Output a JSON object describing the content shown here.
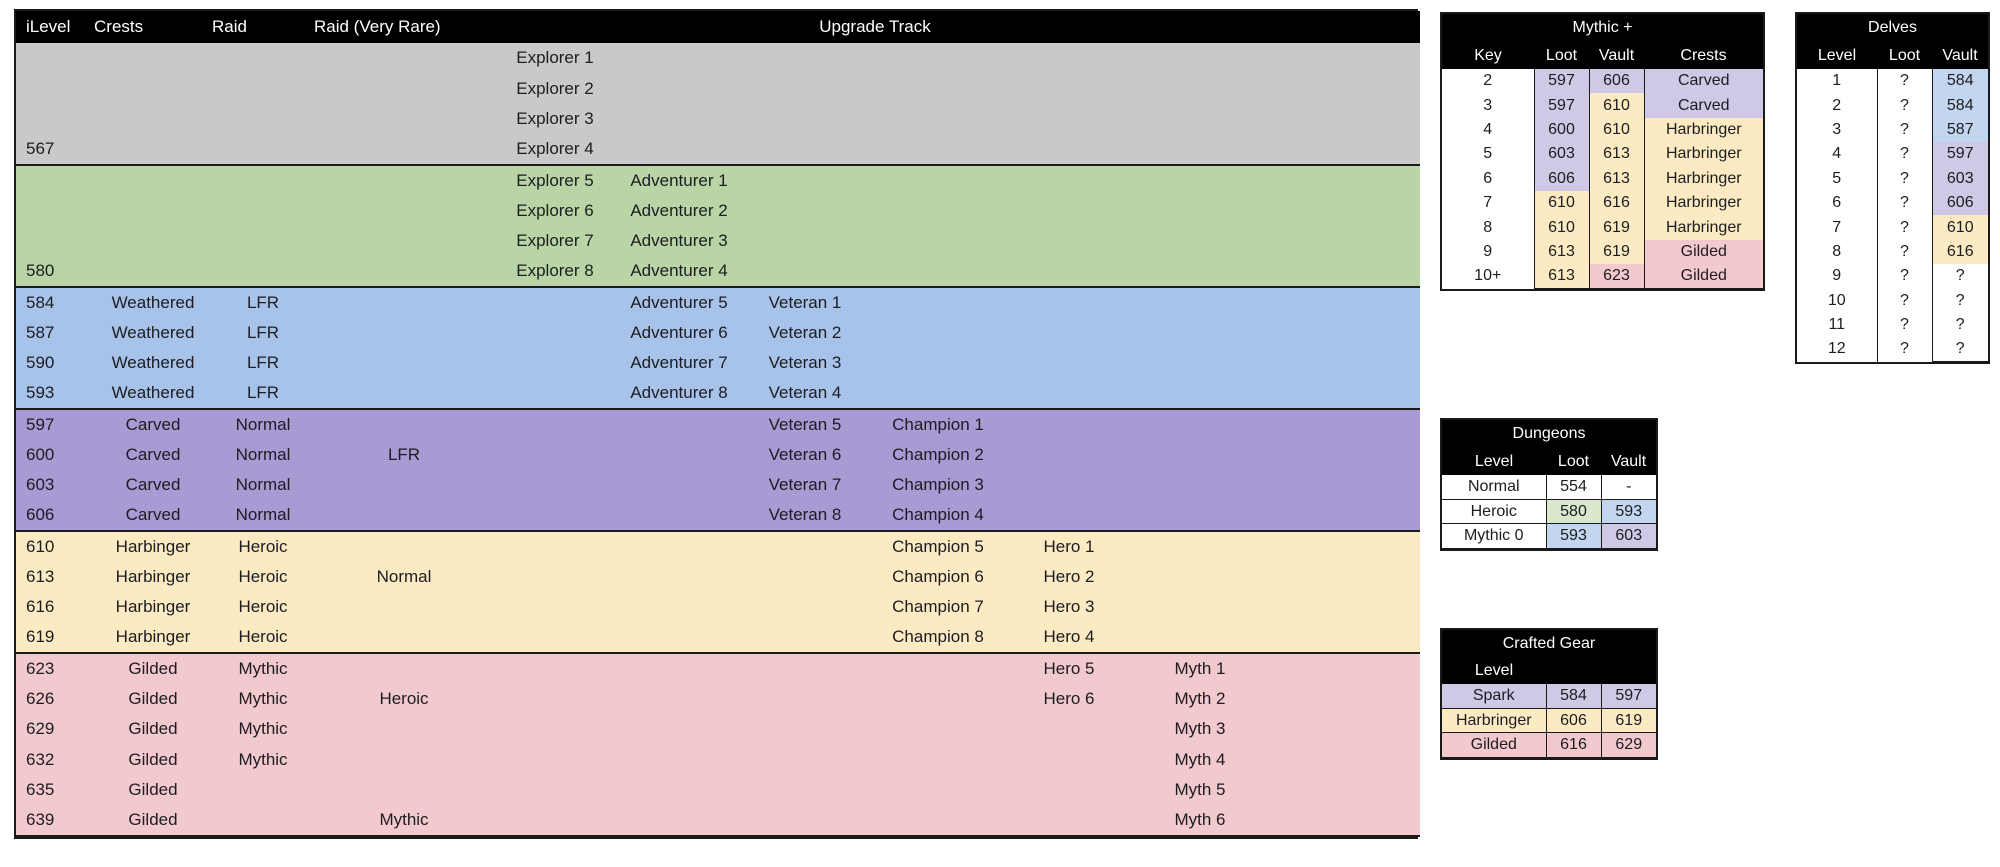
{
  "main_table": {
    "headers": {
      "ilevel": "iLevel",
      "crests": "Crests",
      "raid": "Raid",
      "raid_very_rare": "Raid (Very Rare)",
      "upgrade_track": "Upgrade Track"
    },
    "rows": [
      {
        "band": "grey",
        "ilevel": "",
        "crests": "",
        "raid": "",
        "raid_vr": "",
        "t1": "Explorer 1",
        "t2": "",
        "t3": "",
        "t4": "",
        "t5": "",
        "t6": ""
      },
      {
        "band": "grey",
        "ilevel": "",
        "crests": "",
        "raid": "",
        "raid_vr": "",
        "t1": "Explorer 2",
        "t2": "",
        "t3": "",
        "t4": "",
        "t5": "",
        "t6": ""
      },
      {
        "band": "grey",
        "ilevel": "",
        "crests": "",
        "raid": "",
        "raid_vr": "",
        "t1": "Explorer 3",
        "t2": "",
        "t3": "",
        "t4": "",
        "t5": "",
        "t6": ""
      },
      {
        "band": "grey",
        "ilevel": "567",
        "crests": "",
        "raid": "",
        "raid_vr": "",
        "t1": "Explorer 4",
        "t2": "",
        "t3": "",
        "t4": "",
        "t5": "",
        "t6": "",
        "band_end": true
      },
      {
        "band": "green",
        "ilevel": "",
        "crests": "",
        "raid": "",
        "raid_vr": "",
        "t1": "Explorer 5",
        "t2": "Adventurer 1",
        "t3": "",
        "t4": "",
        "t5": "",
        "t6": ""
      },
      {
        "band": "green",
        "ilevel": "",
        "crests": "",
        "raid": "",
        "raid_vr": "",
        "t1": "Explorer 6",
        "t2": "Adventurer 2",
        "t3": "",
        "t4": "",
        "t5": "",
        "t6": ""
      },
      {
        "band": "green",
        "ilevel": "",
        "crests": "",
        "raid": "",
        "raid_vr": "",
        "t1": "Explorer 7",
        "t2": "Adventurer 3",
        "t3": "",
        "t4": "",
        "t5": "",
        "t6": ""
      },
      {
        "band": "green",
        "ilevel": "580",
        "crests": "",
        "raid": "",
        "raid_vr": "",
        "t1": "Explorer 8",
        "t2": "Adventurer 4",
        "t3": "",
        "t4": "",
        "t5": "",
        "t6": "",
        "band_end": true
      },
      {
        "band": "blue",
        "ilevel": "584",
        "crests": "Weathered",
        "raid": "LFR",
        "raid_vr": "",
        "t1": "",
        "t2": "Adventurer 5",
        "t3": "Veteran 1",
        "t4": "",
        "t5": "",
        "t6": ""
      },
      {
        "band": "blue",
        "ilevel": "587",
        "crests": "Weathered",
        "raid": "LFR",
        "raid_vr": "",
        "t1": "",
        "t2": "Adventurer 6",
        "t3": "Veteran 2",
        "t4": "",
        "t5": "",
        "t6": ""
      },
      {
        "band": "blue",
        "ilevel": "590",
        "crests": "Weathered",
        "raid": "LFR",
        "raid_vr": "",
        "t1": "",
        "t2": "Adventurer 7",
        "t3": "Veteran 3",
        "t4": "",
        "t5": "",
        "t6": ""
      },
      {
        "band": "blue",
        "ilevel": "593",
        "crests": "Weathered",
        "raid": "LFR",
        "raid_vr": "",
        "t1": "",
        "t2": "Adventurer 8",
        "t3": "Veteran 4",
        "t4": "",
        "t5": "",
        "t6": "",
        "band_end": true
      },
      {
        "band": "purple",
        "ilevel": "597",
        "crests": "Carved",
        "raid": "Normal",
        "raid_vr": "",
        "t1": "",
        "t2": "",
        "t3": "Veteran 5",
        "t4": "Champion 1",
        "t5": "",
        "t6": ""
      },
      {
        "band": "purple",
        "ilevel": "600",
        "crests": "Carved",
        "raid": "Normal",
        "raid_vr": "LFR",
        "t1": "",
        "t2": "",
        "t3": "Veteran 6",
        "t4": "Champion 2",
        "t5": "",
        "t6": ""
      },
      {
        "band": "purple",
        "ilevel": "603",
        "crests": "Carved",
        "raid": "Normal",
        "raid_vr": "",
        "t1": "",
        "t2": "",
        "t3": "Veteran 7",
        "t4": "Champion 3",
        "t5": "",
        "t6": ""
      },
      {
        "band": "purple",
        "ilevel": "606",
        "crests": "Carved",
        "raid": "Normal",
        "raid_vr": "",
        "t1": "",
        "t2": "",
        "t3": "Veteran 8",
        "t4": "Champion 4",
        "t5": "",
        "t6": "",
        "band_end": true
      },
      {
        "band": "yellow",
        "ilevel": "610",
        "crests": "Harbinger",
        "raid": "Heroic",
        "raid_vr": "",
        "t1": "",
        "t2": "",
        "t3": "",
        "t4": "Champion 5",
        "t5": "Hero 1",
        "t6": ""
      },
      {
        "band": "yellow",
        "ilevel": "613",
        "crests": "Harbinger",
        "raid": "Heroic",
        "raid_vr": "Normal",
        "t1": "",
        "t2": "",
        "t3": "",
        "t4": "Champion 6",
        "t5": "Hero 2",
        "t6": ""
      },
      {
        "band": "yellow",
        "ilevel": "616",
        "crests": "Harbinger",
        "raid": "Heroic",
        "raid_vr": "",
        "t1": "",
        "t2": "",
        "t3": "",
        "t4": "Champion 7",
        "t5": "Hero 3",
        "t6": ""
      },
      {
        "band": "yellow",
        "ilevel": "619",
        "crests": "Harbinger",
        "raid": "Heroic",
        "raid_vr": "",
        "t1": "",
        "t2": "",
        "t3": "",
        "t4": "Champion 8",
        "t5": "Hero 4",
        "t6": "",
        "band_end": true
      },
      {
        "band": "pink",
        "ilevel": "623",
        "crests": "Gilded",
        "raid": "Mythic",
        "raid_vr": "",
        "t1": "",
        "t2": "",
        "t3": "",
        "t4": "",
        "t5": "Hero 5",
        "t6": "Myth 1"
      },
      {
        "band": "pink",
        "ilevel": "626",
        "crests": "Gilded",
        "raid": "Mythic",
        "raid_vr": "Heroic",
        "t1": "",
        "t2": "",
        "t3": "",
        "t4": "",
        "t5": "Hero 6",
        "t6": "Myth 2"
      },
      {
        "band": "pink",
        "ilevel": "629",
        "crests": "Gilded",
        "raid": "Mythic",
        "raid_vr": "",
        "t1": "",
        "t2": "",
        "t3": "",
        "t4": "",
        "t5": "",
        "t6": "Myth 3"
      },
      {
        "band": "pink",
        "ilevel": "632",
        "crests": "Gilded",
        "raid": "Mythic",
        "raid_vr": "",
        "t1": "",
        "t2": "",
        "t3": "",
        "t4": "",
        "t5": "",
        "t6": "Myth 4"
      },
      {
        "band": "pink",
        "ilevel": "635",
        "crests": "Gilded",
        "raid": "",
        "raid_vr": "",
        "t1": "",
        "t2": "",
        "t3": "",
        "t4": "",
        "t5": "",
        "t6": "Myth 5"
      },
      {
        "band": "pink",
        "ilevel": "639",
        "crests": "Gilded",
        "raid": "",
        "raid_vr": "Mythic",
        "t1": "",
        "t2": "",
        "t3": "",
        "t4": "",
        "t5": "",
        "t6": "Myth 6",
        "band_end": true
      }
    ]
  },
  "mythic_plus": {
    "title": "Mythic +",
    "headers": {
      "key": "Key",
      "loot": "Loot",
      "vault": "Vault",
      "crests": "Crests"
    },
    "rows": [
      {
        "key": "2",
        "loot": "597",
        "vault": "606",
        "crests": "Carved",
        "loot_tint": "purple",
        "vault_tint": "purple",
        "crest_tint": "purple"
      },
      {
        "key": "3",
        "loot": "597",
        "vault": "610",
        "crests": "Carved",
        "loot_tint": "purple",
        "vault_tint": "yellow",
        "crest_tint": "purple"
      },
      {
        "key": "4",
        "loot": "600",
        "vault": "610",
        "crests": "Harbringer",
        "loot_tint": "purple",
        "vault_tint": "yellow",
        "crest_tint": "yellow"
      },
      {
        "key": "5",
        "loot": "603",
        "vault": "613",
        "crests": "Harbringer",
        "loot_tint": "purple",
        "vault_tint": "yellow",
        "crest_tint": "yellow"
      },
      {
        "key": "6",
        "loot": "606",
        "vault": "613",
        "crests": "Harbringer",
        "loot_tint": "purple",
        "vault_tint": "yellow",
        "crest_tint": "yellow"
      },
      {
        "key": "7",
        "loot": "610",
        "vault": "616",
        "crests": "Harbringer",
        "loot_tint": "yellow",
        "vault_tint": "yellow",
        "crest_tint": "yellow"
      },
      {
        "key": "8",
        "loot": "610",
        "vault": "619",
        "crests": "Harbringer",
        "loot_tint": "yellow",
        "vault_tint": "yellow",
        "crest_tint": "yellow"
      },
      {
        "key": "9",
        "loot": "613",
        "vault": "619",
        "crests": "Gilded",
        "loot_tint": "yellow",
        "vault_tint": "yellow",
        "crest_tint": "pink"
      },
      {
        "key": "10+",
        "loot": "613",
        "vault": "623",
        "crests": "Gilded",
        "loot_tint": "yellow",
        "vault_tint": "pink",
        "crest_tint": "pink"
      }
    ]
  },
  "delves": {
    "title": "Delves",
    "headers": {
      "level": "Level",
      "loot": "Loot",
      "vault": "Vault"
    },
    "rows": [
      {
        "level": "1",
        "loot": "?",
        "vault": "584",
        "vault_tint": "blue"
      },
      {
        "level": "2",
        "loot": "?",
        "vault": "584",
        "vault_tint": "blue"
      },
      {
        "level": "3",
        "loot": "?",
        "vault": "587",
        "vault_tint": "blue"
      },
      {
        "level": "4",
        "loot": "?",
        "vault": "597",
        "vault_tint": "purple"
      },
      {
        "level": "5",
        "loot": "?",
        "vault": "603",
        "vault_tint": "purple"
      },
      {
        "level": "6",
        "loot": "?",
        "vault": "606",
        "vault_tint": "purple"
      },
      {
        "level": "7",
        "loot": "?",
        "vault": "610",
        "vault_tint": "yellow"
      },
      {
        "level": "8",
        "loot": "?",
        "vault": "616",
        "vault_tint": "yellow"
      },
      {
        "level": "9",
        "loot": "?",
        "vault": "?",
        "vault_tint": "white"
      },
      {
        "level": "10",
        "loot": "?",
        "vault": "?",
        "vault_tint": "white"
      },
      {
        "level": "11",
        "loot": "?",
        "vault": "?",
        "vault_tint": "white"
      },
      {
        "level": "12",
        "loot": "?",
        "vault": "?",
        "vault_tint": "white"
      }
    ]
  },
  "dungeons": {
    "title": "Dungeons",
    "headers": {
      "level": "Level",
      "loot": "Loot",
      "vault": "Vault"
    },
    "rows": [
      {
        "level": "Normal",
        "loot": "554",
        "vault": "-",
        "loot_tint": "white",
        "vault_tint": "white"
      },
      {
        "level": "Heroic",
        "loot": "580",
        "vault": "593",
        "loot_tint": "green",
        "vault_tint": "blue"
      },
      {
        "level": "Mythic 0",
        "loot": "593",
        "vault": "603",
        "loot_tint": "blue",
        "vault_tint": "purple"
      }
    ]
  },
  "crafted_gear": {
    "title": "Crafted Gear",
    "headers": {
      "level": "Level",
      "loot": "",
      "vault": ""
    },
    "rows": [
      {
        "level": "Spark",
        "loot": "584",
        "vault": "597",
        "tint": "purple"
      },
      {
        "level": "Harbringer",
        "loot": "606",
        "vault": "619",
        "tint": "yellow"
      },
      {
        "level": "Gilded",
        "loot": "616",
        "vault": "629",
        "tint": "pink"
      }
    ]
  }
}
